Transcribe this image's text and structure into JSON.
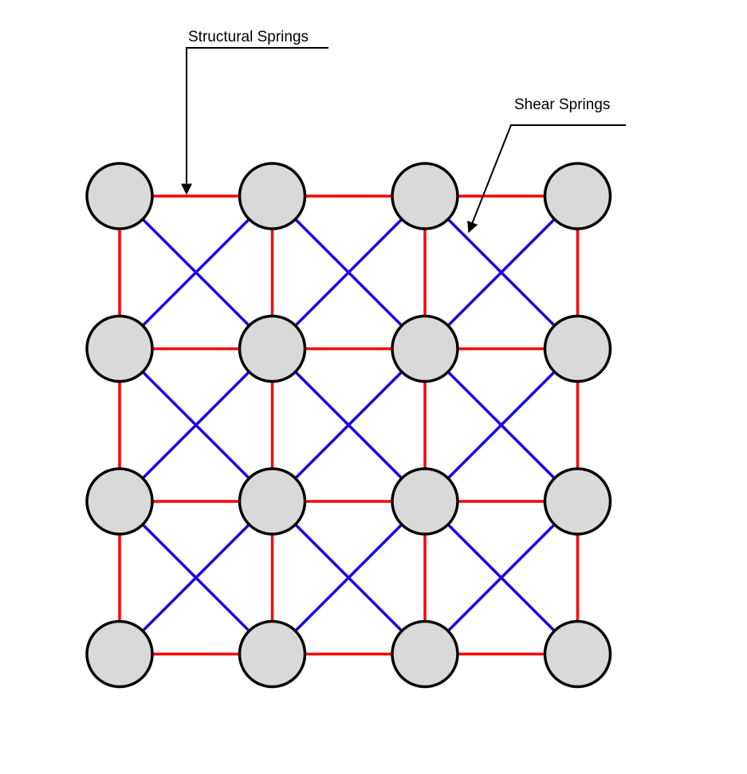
{
  "labels": {
    "structural": "Structural Springs",
    "shear": "Shear Springs"
  },
  "grid": {
    "rows": 4,
    "cols": 4
  },
  "colors": {
    "structural": "#ff0000",
    "shear": "#1a00e6",
    "node_fill": "#d9d9d9",
    "node_stroke": "#000000"
  }
}
